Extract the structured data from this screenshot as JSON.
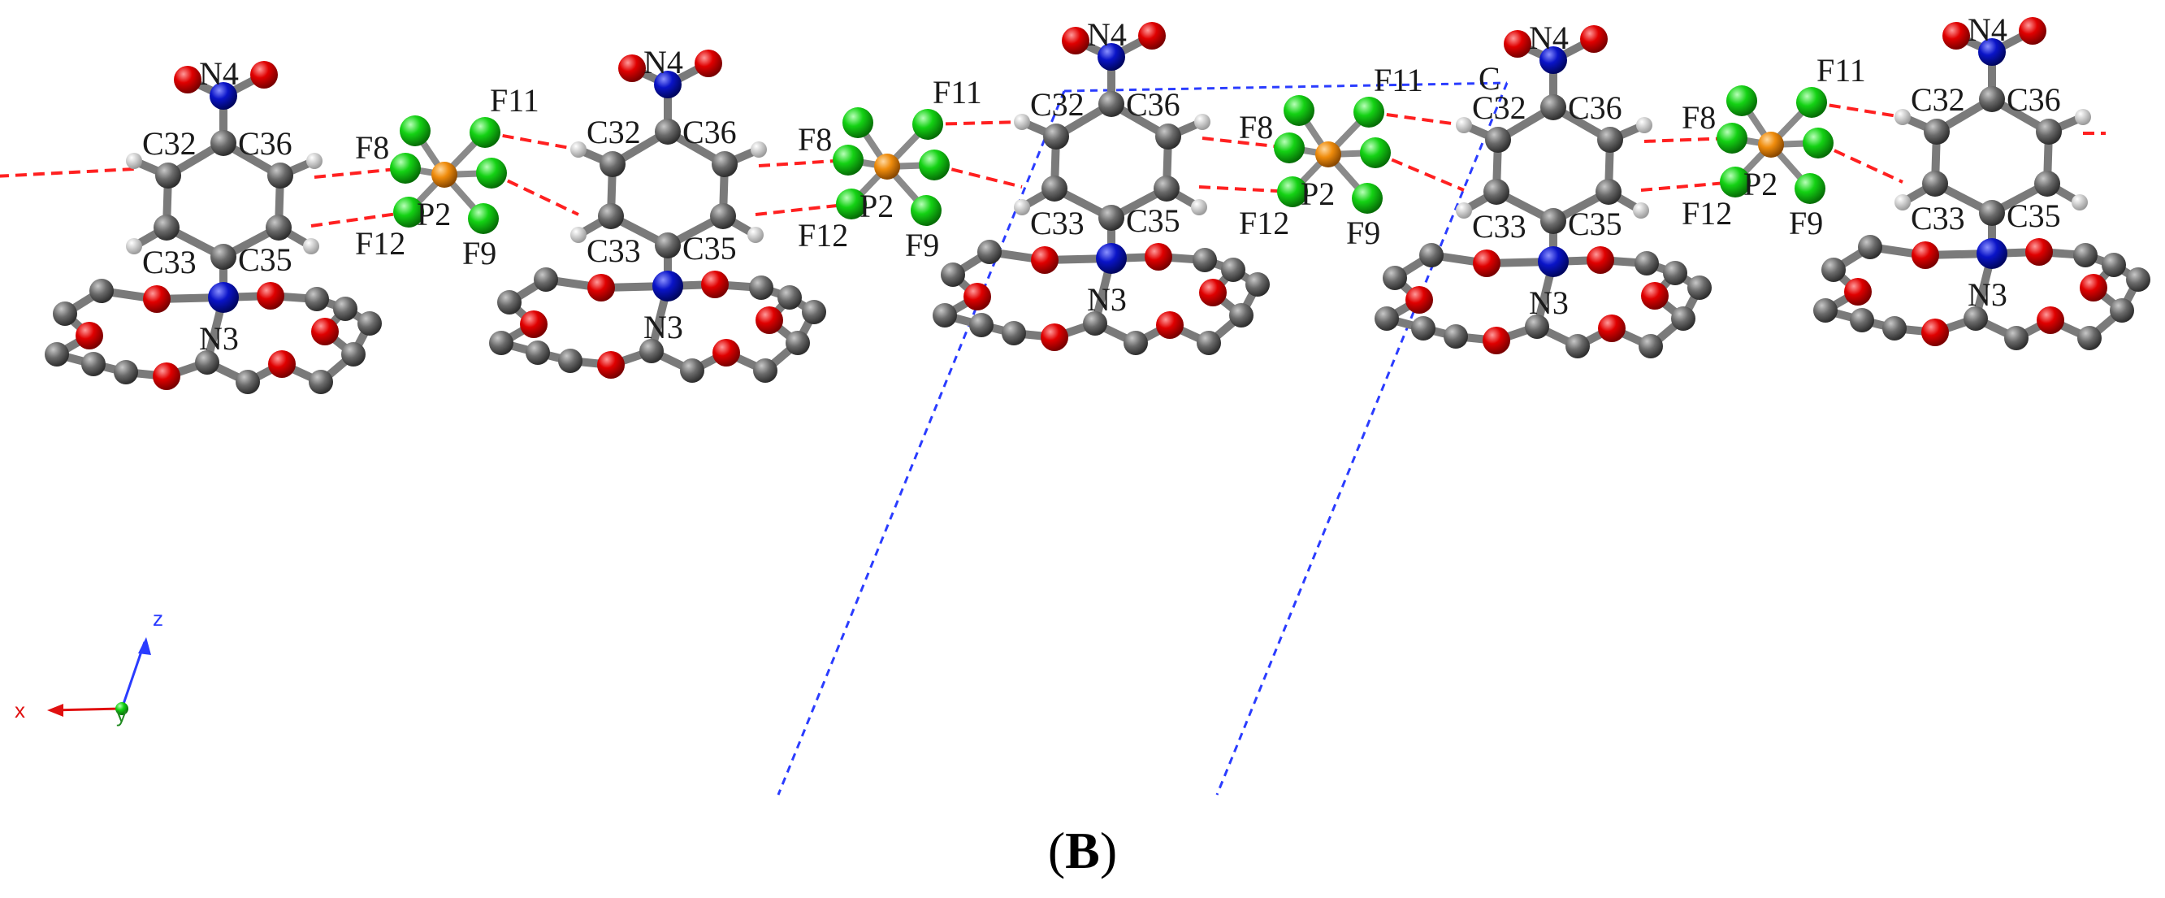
{
  "caption": {
    "open": "(",
    "letter": "B",
    "close": ")"
  },
  "colors": {
    "carbon": "#5f5f5f",
    "hydrogen": "#c9c9c9",
    "oxygen": "#e00000",
    "nitrogen": "#0a14c8",
    "fluorine": "#14d214",
    "phosphorus": "#ef8c0c",
    "hbond": "#ff2020",
    "cell": "#2a3cff"
  },
  "labels": {
    "n4": "N4",
    "n3": "N3",
    "c32": "C32",
    "c36": "C36",
    "c33": "C33",
    "c35": "C35",
    "f8": "F8",
    "f11": "F11",
    "f12": "F12",
    "f9": "F9",
    "p2": "P2",
    "cell_c": "C"
  },
  "axes": {
    "x": "x",
    "z": "z",
    "y": "y"
  }
}
